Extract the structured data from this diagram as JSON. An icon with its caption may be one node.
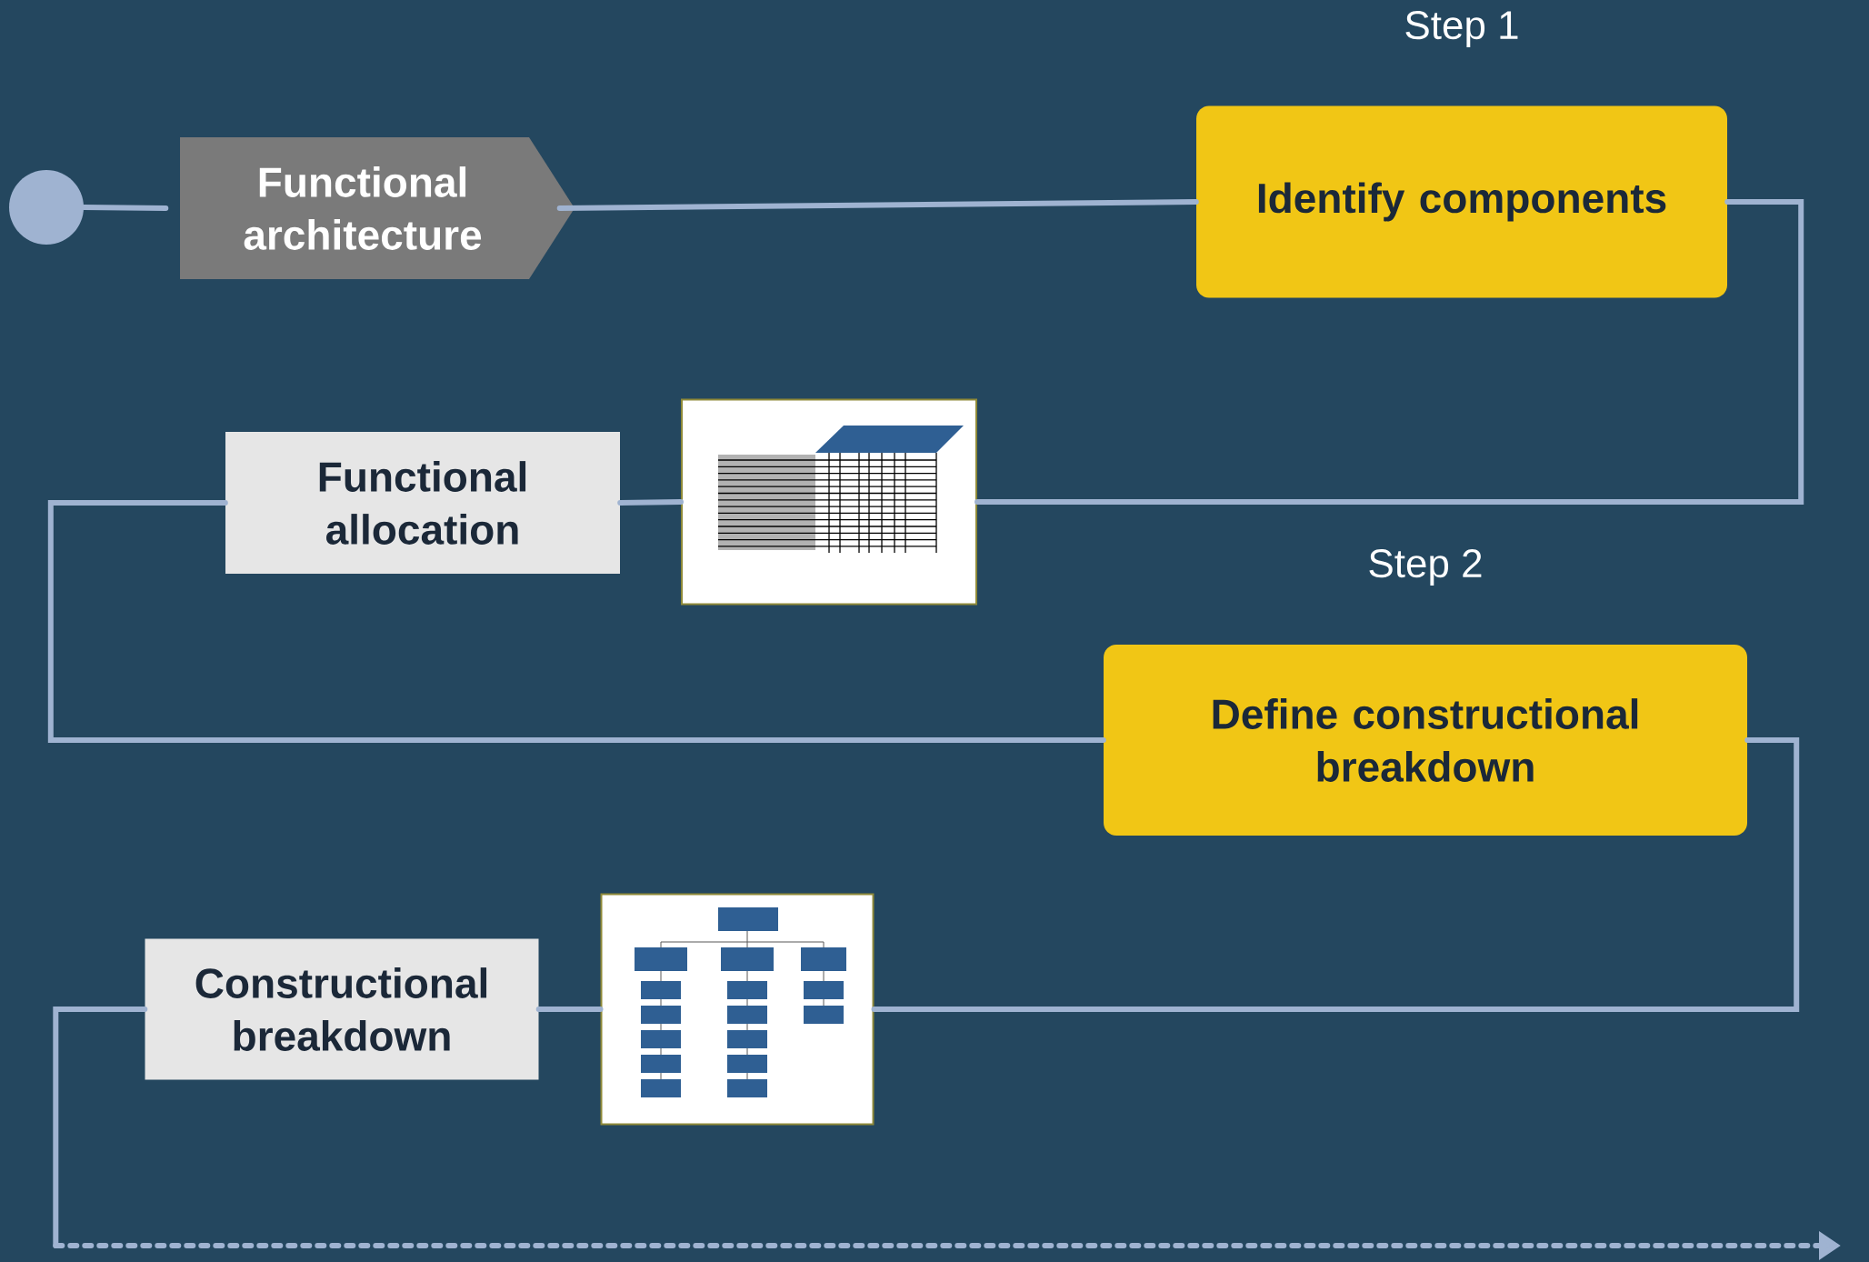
{
  "diagram": {
    "nodes": [
      {
        "text": [],
        "shape": "circle"
      },
      {
        "text": [
          "Functional architecture"
        ]
      },
      {
        "text": [
          "Identify components"
        ],
        "beside": [
          "Step 1"
        ]
      },
      {
        "text": [],
        "shape": "picture"
      },
      {
        "text": [
          "Functional allocation"
        ]
      },
      {
        "text": [
          "Define constructional breakdown"
        ],
        "beside": [
          "Step 2"
        ]
      },
      {
        "text": [],
        "shape": "picture"
      },
      {
        "text": [
          "Constructional breakdown"
        ]
      }
    ],
    "edges": [
      {
        "from": 0,
        "to": 1,
        "arrow": "none"
      },
      {
        "from": 1,
        "to": 2,
        "arrow": "none"
      },
      {
        "from": 2,
        "to": 3,
        "arrow": "none"
      },
      {
        "from": 3,
        "to": 4,
        "arrow": "none"
      },
      {
        "from": 4,
        "to": 5,
        "arrow": "none"
      },
      {
        "from": 5,
        "to": 6,
        "arrow": "none"
      },
      {
        "from": 6,
        "to": 7,
        "arrow": "none"
      },
      {
        "from": 7,
        "to": null,
        "arrow": "to",
        "style": "dashed"
      }
    ]
  }
}
